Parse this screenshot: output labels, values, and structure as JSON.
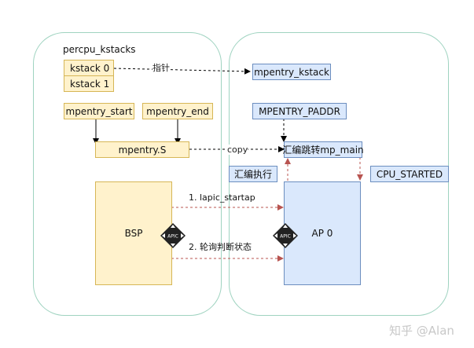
{
  "regions": {
    "percpu_title": "percpu_kstacks"
  },
  "boxes": {
    "kstack0": "kstack 0",
    "kstack1": "kstack 1",
    "mpentry_start": "mpentry_start",
    "mpentry_end": "mpentry_end",
    "mpentry_s": "mpentry.S",
    "mpentry_kstack": "mpentry_kstack",
    "mpentry_paddr": "MPENTRY_PADDR",
    "asm_jump": "汇编跳转mp_main",
    "asm_exec": "汇编执行",
    "cpu_started": "CPU_STARTED",
    "bsp": "BSP",
    "ap0": "AP 0"
  },
  "edges": {
    "pointer": "指针",
    "copy": "copy",
    "lapic": "1. lapic_startap",
    "poll": "2. 轮询判断状态"
  },
  "apic": {
    "label": "APIC"
  },
  "watermark": "知乎 @Alan"
}
